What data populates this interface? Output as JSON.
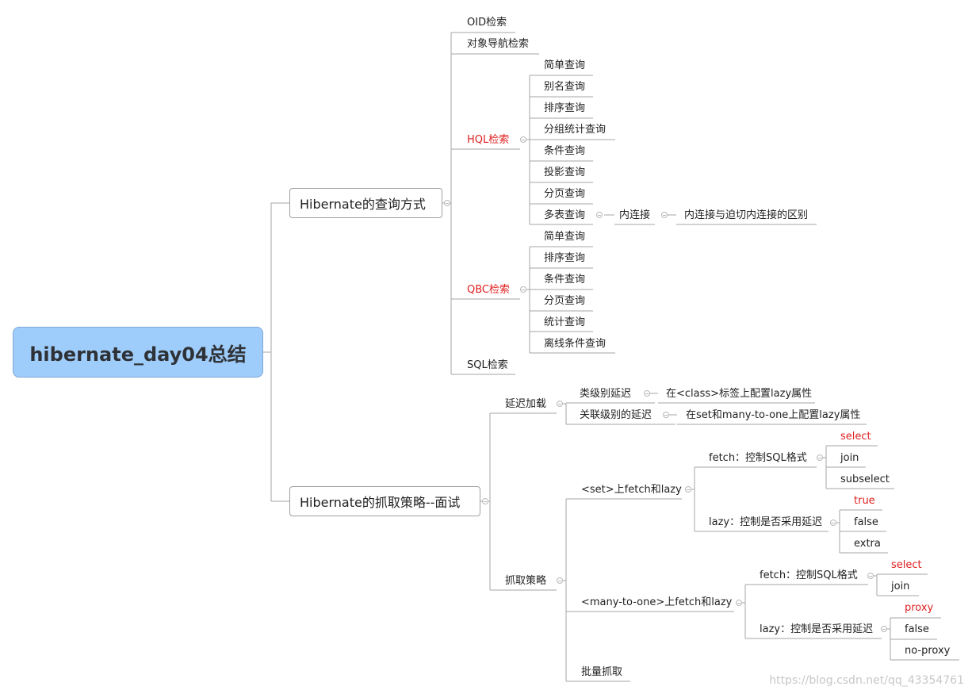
{
  "root": "hibernate_day04总结",
  "query": {
    "title": "Hibernate的查询方式",
    "oid": "OID检索",
    "nav": "对象导航检索",
    "hql": {
      "title": "HQL检索",
      "items": [
        "简单查询",
        "别名查询",
        "排序查询",
        "分组统计查询",
        "条件查询",
        "投影查询",
        "分页查询",
        "多表查询"
      ],
      "inner_join": "内连接",
      "inner_join_note": "内连接与迫切内连接的区别"
    },
    "qbc": {
      "title": "QBC检索",
      "items": [
        "简单查询",
        "排序查询",
        "条件查询",
        "分页查询",
        "统计查询",
        "离线条件查询"
      ]
    },
    "sql": "SQL检索"
  },
  "fetch": {
    "title": "Hibernate的抓取策略--面试",
    "lazy_load": {
      "title": "延迟加载",
      "class_level": "类级别延迟",
      "class_level_note": "在<class>标签上配置lazy属性",
      "assoc_level": "关联级别的延迟",
      "assoc_level_note": "在set和many-to-one上配置lazy属性"
    },
    "strategy": {
      "title": "抓取策略",
      "set": {
        "title": "<set>上fetch和lazy",
        "fetch_title": "fetch：控制SQL格式",
        "fetch_values": [
          "select",
          "join",
          "subselect"
        ],
        "lazy_title": "lazy：控制是否采用延迟",
        "lazy_values": [
          "true",
          "false",
          "extra"
        ]
      },
      "m2o": {
        "title": "<many-to-one>上fetch和lazy",
        "fetch_title": "fetch：控制SQL格式",
        "fetch_values": [
          "select",
          "join"
        ],
        "lazy_title": "lazy：控制是否采用延迟",
        "lazy_values": [
          "proxy",
          "false",
          "no-proxy"
        ]
      },
      "batch": "批量抓取"
    }
  },
  "watermark": "https://blog.csdn.net/qq_43354761",
  "colors": {
    "line": "#a5a5a5",
    "highlight": "#e02020",
    "root_fill": "#9fcdfb"
  }
}
